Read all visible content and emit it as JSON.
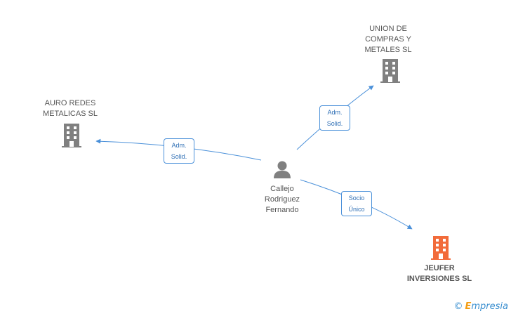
{
  "nodes": {
    "person": {
      "label": "Callejo\nRodriguez\nFernando",
      "icon": "person-icon",
      "color": "#808080"
    },
    "auro": {
      "label": "AURO REDES\nMETALICAS SL",
      "icon": "building-icon",
      "color": "#808080"
    },
    "union": {
      "label": "UNION DE\nCOMPRAS Y\nMETALES SL",
      "icon": "building-icon",
      "color": "#808080"
    },
    "jeufer": {
      "label": "JEUFER\nINVERSIONES SL",
      "icon": "building-icon",
      "color": "#f26b3a"
    }
  },
  "edges": {
    "auro": {
      "label": "Adm.\nSolid."
    },
    "union": {
      "label": "Adm.\nSolid."
    },
    "jeufer": {
      "label": "Socio\nÚnico"
    }
  },
  "colors": {
    "edge": "#4a90d9"
  },
  "brand": {
    "copyright": "©",
    "e": "E",
    "rest": "mpresia"
  }
}
